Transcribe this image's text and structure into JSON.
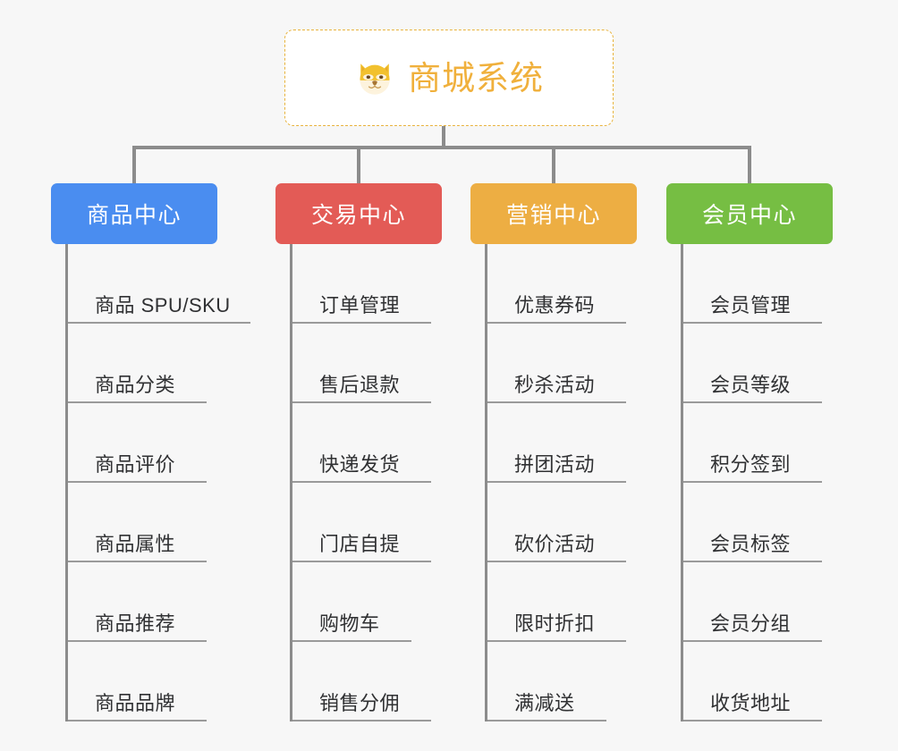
{
  "page": {
    "background_color": "#f7f7f7",
    "connector_color": "#8c8c8c",
    "leaf_text_color": "#303133",
    "leaf_rule_color": "#9a9a9a"
  },
  "root": {
    "icon": "shiba-inu-dog-face-emoji",
    "title": "商城系统",
    "text_color": "#f0b03c",
    "border_color": "#e8b33d",
    "background_color": "#ffffff"
  },
  "categories": [
    {
      "label": "商品中心",
      "color": "#4a8df0",
      "items": [
        {
          "label": "商品 SPU/SKU",
          "rule_width": 204
        },
        {
          "label": "商品分类",
          "rule_width": 155
        },
        {
          "label": "商品评价",
          "rule_width": 155
        },
        {
          "label": "商品属性",
          "rule_width": 155
        },
        {
          "label": "商品推荐",
          "rule_width": 155
        },
        {
          "label": "商品品牌",
          "rule_width": 155
        }
      ]
    },
    {
      "label": "交易中心",
      "color": "#e35b56",
      "items": [
        {
          "label": "订单管理",
          "rule_width": 155
        },
        {
          "label": "售后退款",
          "rule_width": 155
        },
        {
          "label": "快递发货",
          "rule_width": 155
        },
        {
          "label": "门店自提",
          "rule_width": 155
        },
        {
          "label": "购物车",
          "rule_width": 133
        },
        {
          "label": "销售分佣",
          "rule_width": 155
        }
      ]
    },
    {
      "label": "营销中心",
      "color": "#edae43",
      "items": [
        {
          "label": "优惠券码",
          "rule_width": 155
        },
        {
          "label": "秒杀活动",
          "rule_width": 155
        },
        {
          "label": "拼团活动",
          "rule_width": 155
        },
        {
          "label": "砍价活动",
          "rule_width": 155
        },
        {
          "label": "限时折扣",
          "rule_width": 155
        },
        {
          "label": "满减送",
          "rule_width": 133
        }
      ]
    },
    {
      "label": "会员中心",
      "color": "#76be43",
      "items": [
        {
          "label": "会员管理",
          "rule_width": 155
        },
        {
          "label": "会员等级",
          "rule_width": 155
        },
        {
          "label": "积分签到",
          "rule_width": 155
        },
        {
          "label": "会员标签",
          "rule_width": 155
        },
        {
          "label": "会员分组",
          "rule_width": 155
        },
        {
          "label": "收货地址",
          "rule_width": 155
        }
      ]
    }
  ]
}
